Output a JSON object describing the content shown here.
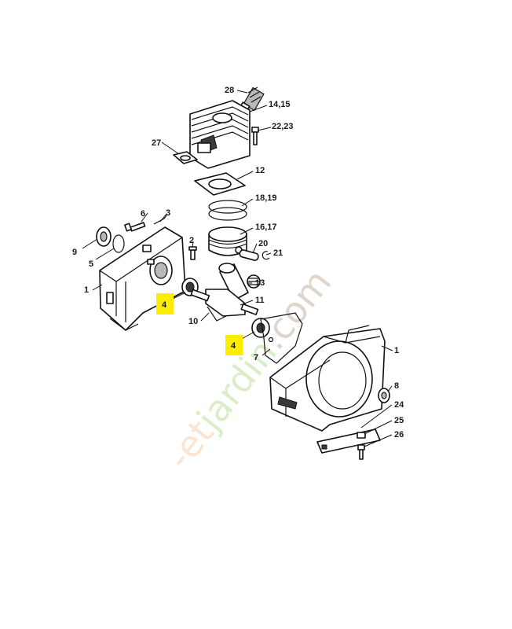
{
  "diagram": {
    "callouts": [
      {
        "id": "28",
        "label": "28"
      },
      {
        "id": "14_15",
        "label": "14,15"
      },
      {
        "id": "22_23",
        "label": "22,23"
      },
      {
        "id": "27",
        "label": "27"
      },
      {
        "id": "12",
        "label": "12"
      },
      {
        "id": "18_19",
        "label": "18,19"
      },
      {
        "id": "16_17",
        "label": "16,17"
      },
      {
        "id": "6",
        "label": "6"
      },
      {
        "id": "3",
        "label": "3"
      },
      {
        "id": "2",
        "label": "2"
      },
      {
        "id": "9",
        "label": "9"
      },
      {
        "id": "5",
        "label": "5"
      },
      {
        "id": "20",
        "label": "20"
      },
      {
        "id": "21",
        "label": "21"
      },
      {
        "id": "1a",
        "label": "1"
      },
      {
        "id": "13",
        "label": "13"
      },
      {
        "id": "4a",
        "label": "4",
        "highlighted": true
      },
      {
        "id": "11",
        "label": "11"
      },
      {
        "id": "10",
        "label": "10"
      },
      {
        "id": "4b",
        "label": "4",
        "highlighted": true
      },
      {
        "id": "7",
        "label": "7"
      },
      {
        "id": "1b",
        "label": "1"
      },
      {
        "id": "8",
        "label": "8"
      },
      {
        "id": "24",
        "label": "24"
      },
      {
        "id": "25",
        "label": "25"
      },
      {
        "id": "26",
        "label": "26"
      }
    ],
    "highlight_color": "#fdee00",
    "watermark": {
      "text_part1": "-et",
      "text_part2": "jardin",
      "text_part3": ".com",
      "color1": "#f5a05a",
      "color2": "#7cc142",
      "color3": "#8c6e4a"
    }
  }
}
